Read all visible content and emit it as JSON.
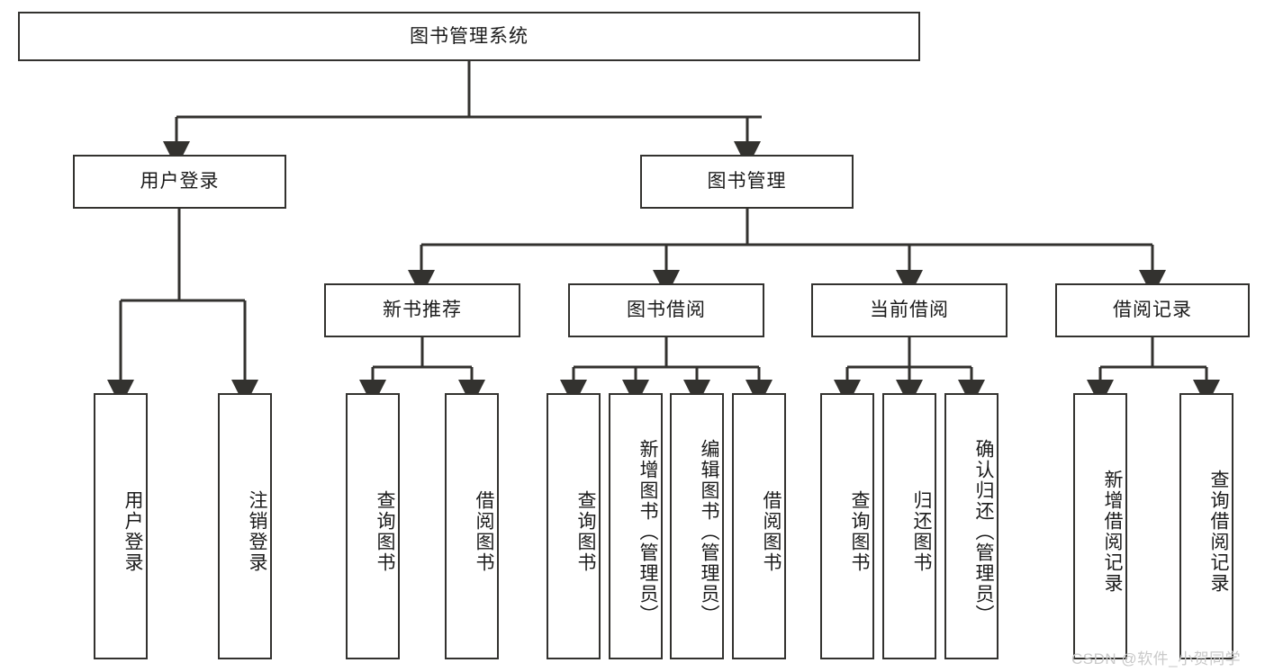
{
  "diagram": {
    "title_node": {
      "label": "图书管理系统"
    },
    "level2": [
      {
        "label": "用户登录"
      },
      {
        "label": "图书管理"
      }
    ],
    "level3": [
      {
        "label": "新书推荐"
      },
      {
        "label": "图书借阅"
      },
      {
        "label": "当前借阅"
      },
      {
        "label": "借阅记录"
      }
    ],
    "leaves": [
      {
        "label": "用户登录"
      },
      {
        "label": "注销登录"
      },
      {
        "label": "查询图书"
      },
      {
        "label": "借阅图书"
      },
      {
        "label": "查询图书"
      },
      {
        "label": "新增图书（管理员）"
      },
      {
        "label": "编辑图书（管理员）"
      },
      {
        "label": "借阅图书"
      },
      {
        "label": "查询图书"
      },
      {
        "label": "归还图书"
      },
      {
        "label": "确认归还（管理员）"
      },
      {
        "label": "新增借阅记录"
      },
      {
        "label": "查询借阅记录"
      }
    ],
    "watermark": "CSDN @软件_小贺同学",
    "colors": {
      "box_border": "#33322f",
      "box_fill": "#ffffff",
      "connector": "#33322f",
      "text": "#1b1b1b",
      "watermark": "#c9c9c9",
      "background": "#ffffff"
    }
  }
}
